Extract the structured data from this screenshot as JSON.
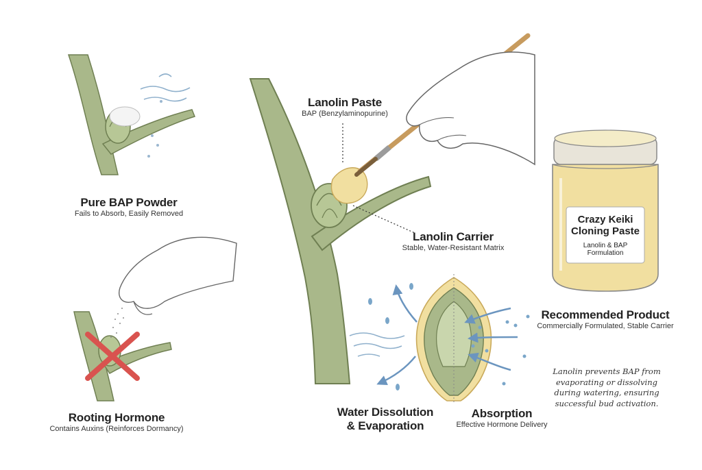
{
  "panels": {
    "pure_bap": {
      "title": "Pure BAP Powder",
      "subtitle": "Fails to Absorb, Easily Removed"
    },
    "rooting_hormone": {
      "title": "Rooting Hormone",
      "subtitle": "Contains Auxins (Reinforces Dormancy)"
    },
    "lanolin_paste": {
      "title": "Lanolin Paste",
      "subtitle": "BAP (Benzylaminopurine)"
    },
    "lanolin_carrier": {
      "title": "Lanolin Carrier",
      "subtitle": "Stable, Water-Resistant Matrix"
    },
    "water_dissolution": {
      "title_line1": "Water Dissolution",
      "title_line2": "& Evaporation"
    },
    "absorption": {
      "title": "Absorption",
      "subtitle": "Effective Hormone Delivery"
    },
    "recommended": {
      "title": "Recommended Product",
      "subtitle": "Commercially Formulated, Stable Carrier"
    }
  },
  "jar": {
    "line1": "Crazy Keiki",
    "line2": "Cloning Paste",
    "line3": "Lanolin & BAP Formulation"
  },
  "note": {
    "line1": "Lanolin prevents BAP from",
    "line2": "evaporating or dissolving",
    "line3": "during watering, ensuring",
    "line4": "successful bud activation."
  },
  "colors": {
    "stem": "#a9b88a",
    "stem_dark": "#6f7f52",
    "paste": "#f1dfa0",
    "cross": "#d9534f",
    "water": "#7aa6c9"
  }
}
